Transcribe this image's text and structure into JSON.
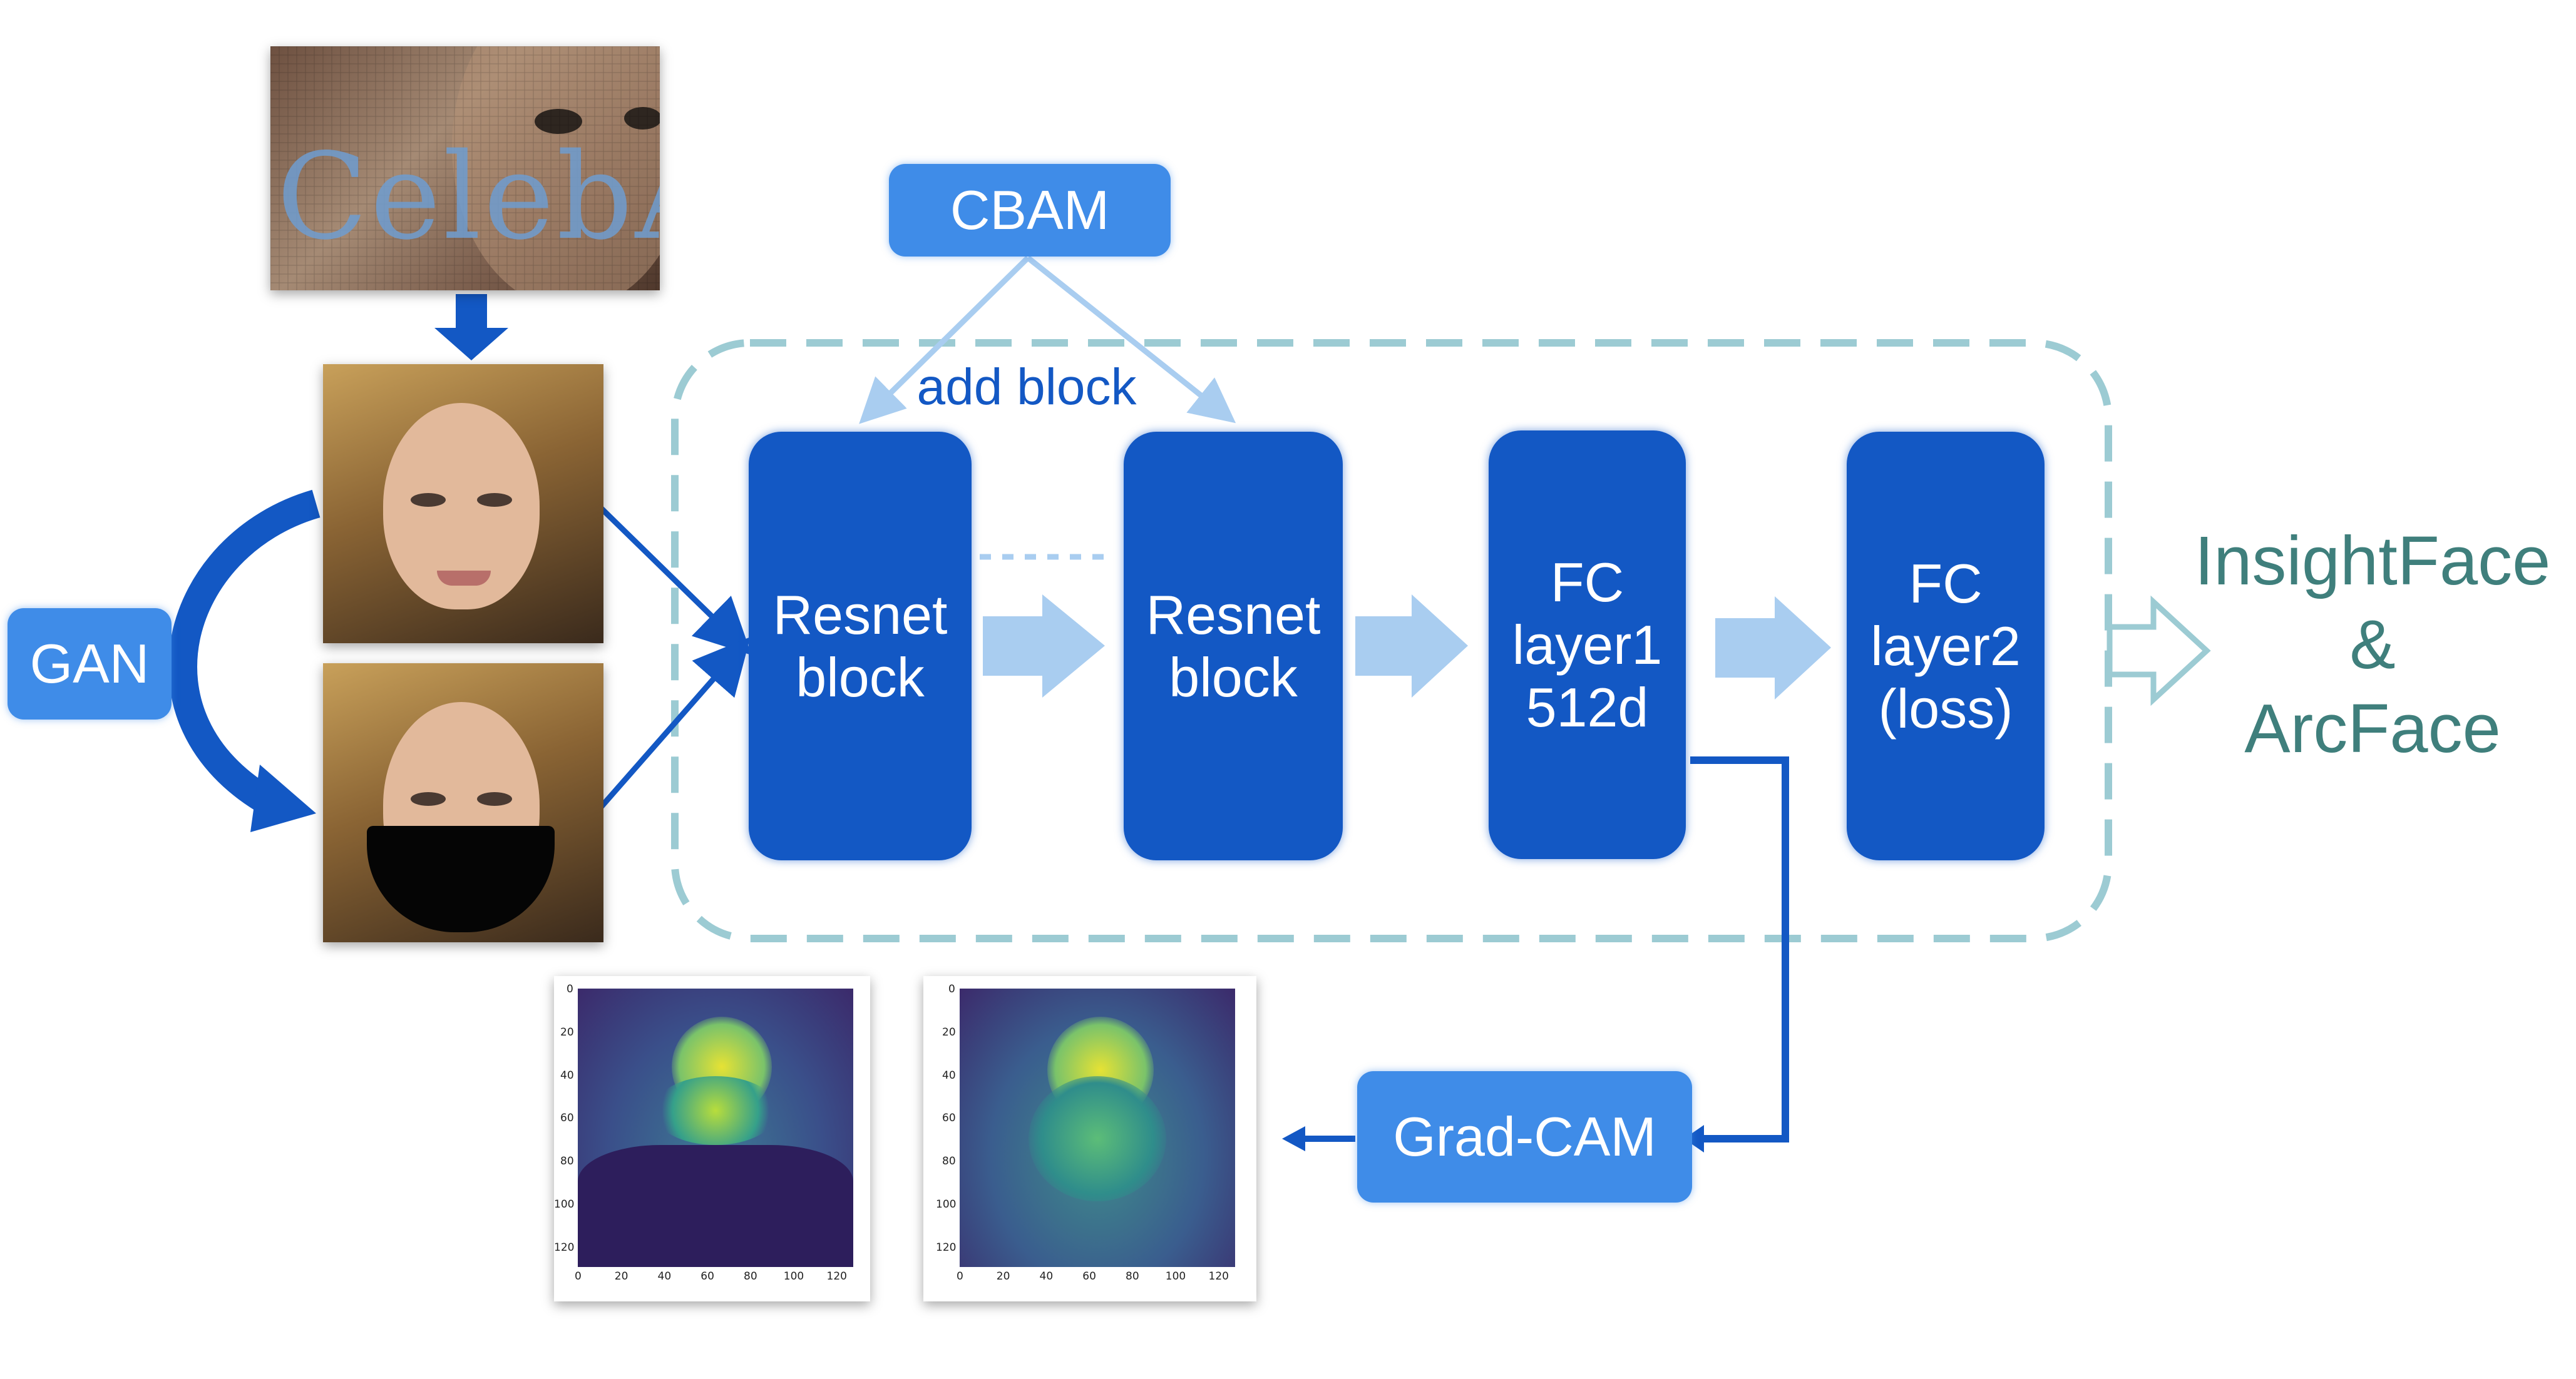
{
  "colors": {
    "block": "#1358c4",
    "light_box": "#3f8ce8",
    "light_arrow": "#a9cdf0",
    "outline": "#9ccbd3",
    "output_text": "#3f7f7c"
  },
  "dataset": {
    "logo_text": "CelebA"
  },
  "gan": {
    "label": "GAN"
  },
  "cbam": {
    "label": "CBAM",
    "note": "add block"
  },
  "blocks": [
    {
      "lines": [
        "Resnet",
        "block"
      ]
    },
    {
      "lines": [
        "Resnet",
        "block"
      ]
    },
    {
      "lines": [
        "FC",
        "layer1",
        "512d"
      ]
    },
    {
      "lines": [
        "FC",
        "layer2",
        "(loss)"
      ]
    }
  ],
  "output": {
    "lines": [
      "InsightFace",
      "&",
      "ArcFace"
    ]
  },
  "gradcam": {
    "label": "Grad-CAM"
  },
  "heatmaps": {
    "tick_labels": [
      "0",
      "20",
      "40",
      "60",
      "80",
      "100",
      "120"
    ]
  }
}
